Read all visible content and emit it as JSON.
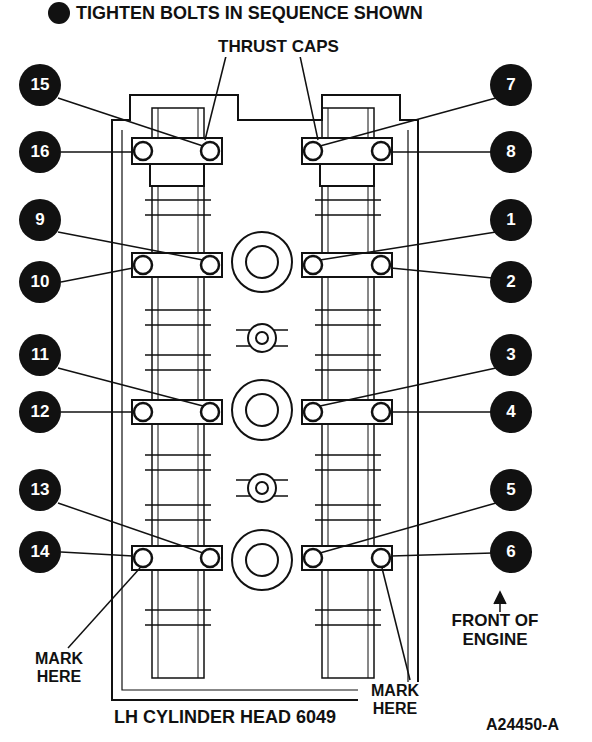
{
  "diagram": {
    "nodes": [
      {
        "text": [
          "15"
        ]
      },
      {
        "text": [
          "7"
        ]
      },
      {
        "text": [
          "16"
        ]
      },
      {
        "text": [
          "8"
        ]
      },
      {
        "text": [
          "9"
        ]
      },
      {
        "text": [
          "1"
        ]
      },
      {
        "text": [
          "10"
        ]
      },
      {
        "text": [
          "2"
        ]
      },
      {
        "text": [
          "11"
        ]
      },
      {
        "text": [
          "3"
        ]
      },
      {
        "text": [
          "12"
        ]
      },
      {
        "text": [
          "4"
        ]
      },
      {
        "text": [
          "13"
        ]
      },
      {
        "text": [
          "5"
        ]
      },
      {
        "text": [
          "14"
        ]
      },
      {
        "text": [
          "6"
        ]
      }
    ],
    "labels": [
      "THRUST CAPS",
      "MARK HERE",
      "MARK HERE",
      "FRONT OF ENGINE",
      "LH CYLINDER HEAD 6049",
      "A24450-A"
    ],
    "legend": [
      {
        "text": "TIGHTEN BOLTS IN SEQUENCE SHOWN",
        "color": "#111111"
      }
    ]
  }
}
